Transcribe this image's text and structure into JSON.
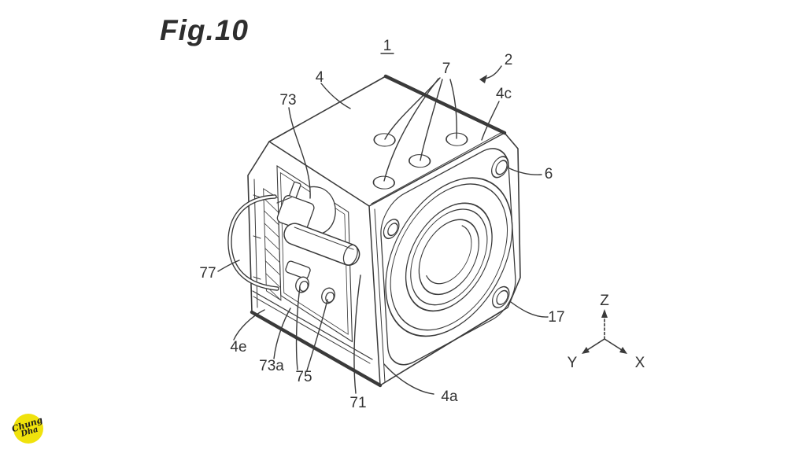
{
  "figure": {
    "title": "Fig.10"
  },
  "refs": {
    "r1": "1",
    "r2": "2",
    "r4": "4",
    "r4a": "4a",
    "r4c": "4c",
    "r4e": "4e",
    "r6": "6",
    "r7": "7",
    "r17": "17",
    "r71": "71",
    "r73": "73",
    "r73a": "73a",
    "r75": "75",
    "r77": "77"
  },
  "axes": {
    "x": "X",
    "y": "Y",
    "z": "Z"
  },
  "logo": {
    "line1": "Chung",
    "line2": "Dha"
  },
  "colors": {
    "line": "#3a3a3a",
    "logo_bg": "#F0E20C",
    "background": "#ffffff"
  }
}
